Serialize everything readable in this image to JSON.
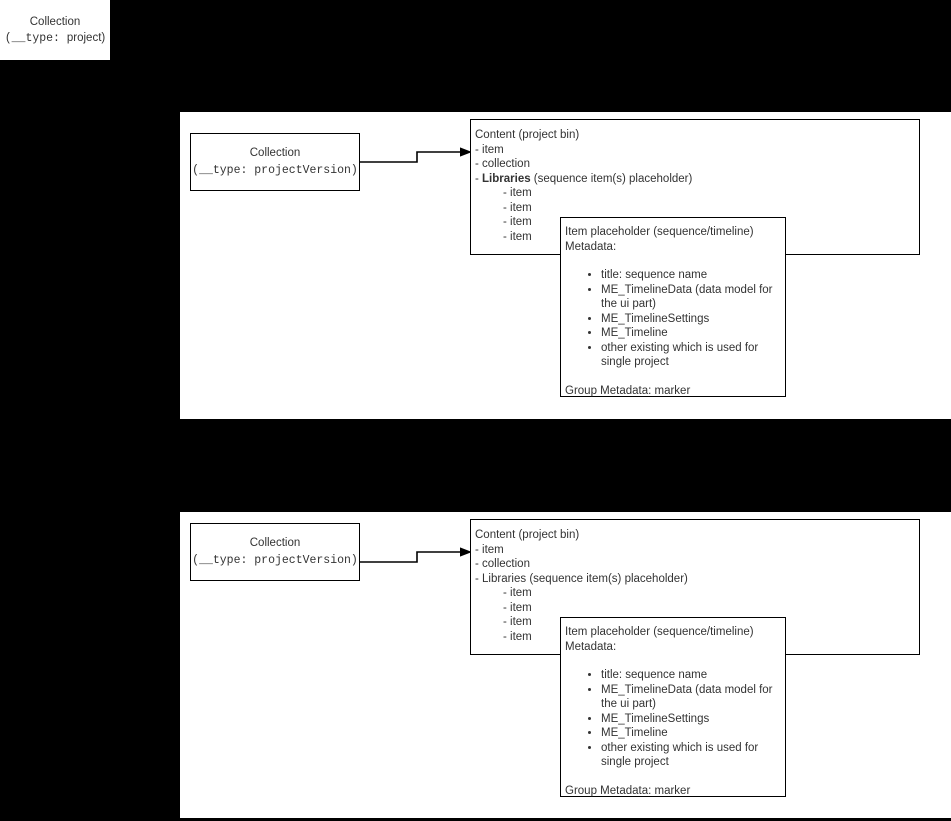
{
  "colors": {
    "background": "#000000",
    "page": "#ffffff",
    "stroke": "#000000",
    "text": "#333333"
  },
  "standalone_card": {
    "title": "Collection",
    "type_prefix": "(__type: ",
    "type_value": "project",
    "type_suffix": ")",
    "type_line": "(__type: project)"
  },
  "diagrams": [
    {
      "id": "top",
      "collection": {
        "title": "Collection",
        "type_line": "(__type: projectVersion)"
      },
      "arrow": {
        "name": "collection-to-content-arrow",
        "direction": "right"
      },
      "content": {
        "title": "Content (project bin)",
        "rows": [
          {
            "text": "- item",
            "indent": false,
            "bold": false
          },
          {
            "text": "- collection",
            "indent": false,
            "bold": false
          }
        ],
        "libraries_dash": "- ",
        "libraries_label": "Libraries",
        "libraries_bold": true,
        "libraries_suffix": " (sequence item(s) placeholder)",
        "sub_items": [
          "- item",
          "- item",
          "- item",
          "- item"
        ]
      },
      "placeholder": {
        "title": "Item placeholder (sequence/timeline)",
        "metadata_label": "Metadata:",
        "metadata_items": [
          "title: sequence name",
          "ME_TimelineData (data model for the ui part)",
          "ME_TimelineSettings",
          "ME_Timeline",
          "other existing which is used for single project"
        ],
        "group_metadata": "Group Metadata: marker"
      }
    },
    {
      "id": "bottom",
      "collection": {
        "title": "Collection",
        "type_line": "(__type: projectVersion)"
      },
      "arrow": {
        "name": "collection-to-content-arrow",
        "direction": "right"
      },
      "content": {
        "title": "Content (project bin)",
        "rows": [
          {
            "text": "- item",
            "indent": false,
            "bold": false
          },
          {
            "text": "- collection",
            "indent": false,
            "bold": false
          }
        ],
        "libraries_dash": "- ",
        "libraries_label": "Libraries",
        "libraries_bold": false,
        "libraries_suffix": " (sequence item(s) placeholder)",
        "sub_items": [
          "- item",
          "- item",
          "- item",
          "- item"
        ]
      },
      "placeholder": {
        "title": "Item placeholder (sequence/timeline)",
        "metadata_label": "Metadata:",
        "metadata_items": [
          "title: sequence name",
          "ME_TimelineData (data model for the ui part)",
          "ME_TimelineSettings",
          "ME_Timeline",
          "other existing which is used for single project"
        ],
        "group_metadata": "Group Metadata: marker"
      }
    }
  ]
}
